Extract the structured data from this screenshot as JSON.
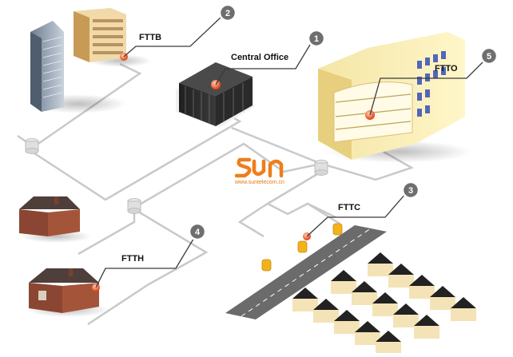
{
  "labels": {
    "ftto": "FTTO",
    "central_office": "Central Office",
    "fttb": "FTTB",
    "fttc": "FTTC",
    "ftth": "FTTH"
  },
  "markers": {
    "central_office": "1",
    "fttb": "2",
    "fttc": "3",
    "ftth": "4",
    "ftto": "5"
  },
  "brand": {
    "url": "www.suntelecom.cn",
    "color": "#f07d1a"
  },
  "colors": {
    "marker_bg": "#6e6e6e",
    "marker_ring": "#ffffff",
    "cable": "#c9c9c9",
    "node_dot": "#f0642c",
    "road": "#6b6b6b",
    "cabinet": "#f2b21c"
  }
}
